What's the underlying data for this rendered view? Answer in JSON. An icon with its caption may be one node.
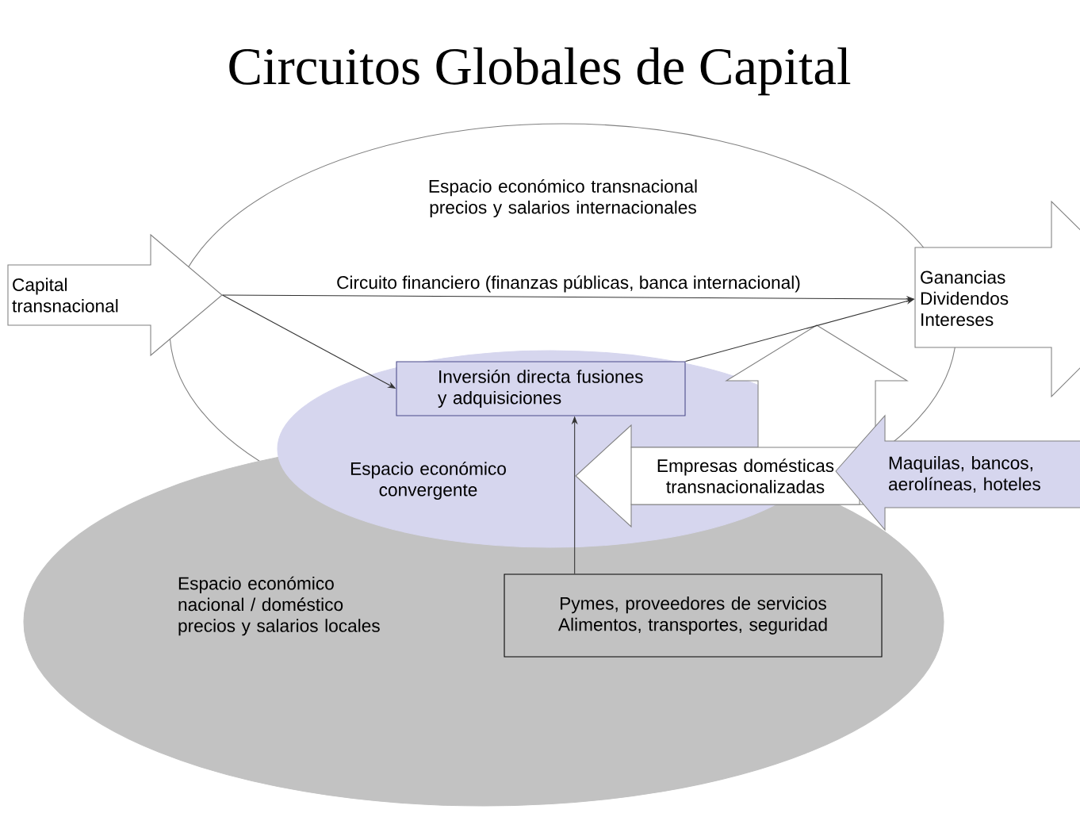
{
  "diagram": {
    "title": "Circuitos Globales de Capital",
    "nodes": [
      {
        "text": [
          "Espacio económico transnacional precios y salarios internacionales"
        ]
      },
      {
        "text": [
          "Espacio económico nacional / doméstico precios y salarios locales"
        ]
      },
      {
        "text": [
          "Espacio económico convergente"
        ]
      },
      {
        "text": [
          "Capital transnacional"
        ]
      },
      {
        "text": [
          "Ganancias Dividendos Intereses"
        ]
      },
      {
        "text": [
          "Inversión directa fusiones y adquisiciones"
        ],
        "in": 2
      },
      {
        "text": [
          "Empresas domésticas transnacionalizadas"
        ]
      },
      {
        "text": [
          "Maquilas, bancos, aerolíneas, hoteles"
        ]
      },
      {
        "text": [
          "Pymes, proveedores de servicios Alimentos, transportes, seguridad"
        ],
        "in": 1
      }
    ],
    "edges": [
      {
        "from": 3,
        "to": 4,
        "arrow": "to",
        "label": "Circuito financiero (finanzas públicas, banca internacional)"
      },
      {
        "from": 3,
        "to": 5,
        "arrow": "to"
      },
      {
        "from": 5,
        "to": 4,
        "arrow": "to"
      },
      {
        "from": 8,
        "to": 5,
        "arrow": "to"
      }
    ]
  }
}
